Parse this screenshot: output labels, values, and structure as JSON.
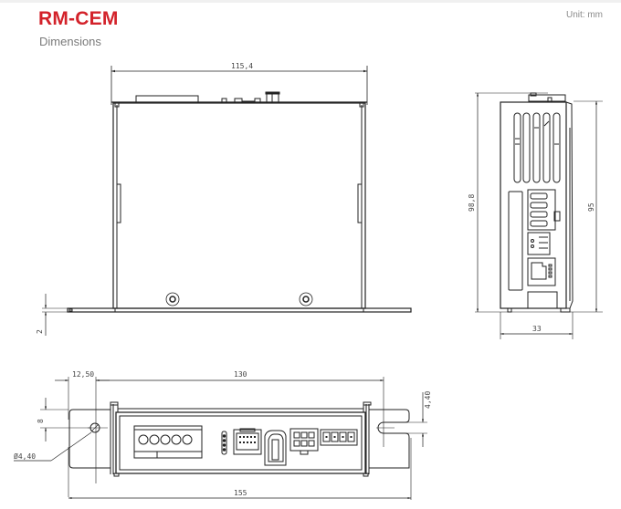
{
  "header": {
    "title": "RM-CEM",
    "subtitle": "Dimensions",
    "unit": "Unit: mm"
  },
  "colors": {
    "accent": "#d3222a",
    "subtitle": "#7a7a7a",
    "line": "#222222"
  },
  "views": {
    "side_view": {
      "width_dim": "115,4",
      "flange_thickness_dim": "2"
    },
    "front_view": {
      "height_overall_dim": "98,8",
      "height_body_dim": "95",
      "width_dim": "33"
    },
    "bottom_view": {
      "hole_offset_dim": "12,50",
      "hole_pitch_dim": "130",
      "hole_height_dim": "8",
      "slot_width_dim": "4,40",
      "hole_diameter_dim": "Ø4,40",
      "overall_length_dim": "155"
    }
  }
}
